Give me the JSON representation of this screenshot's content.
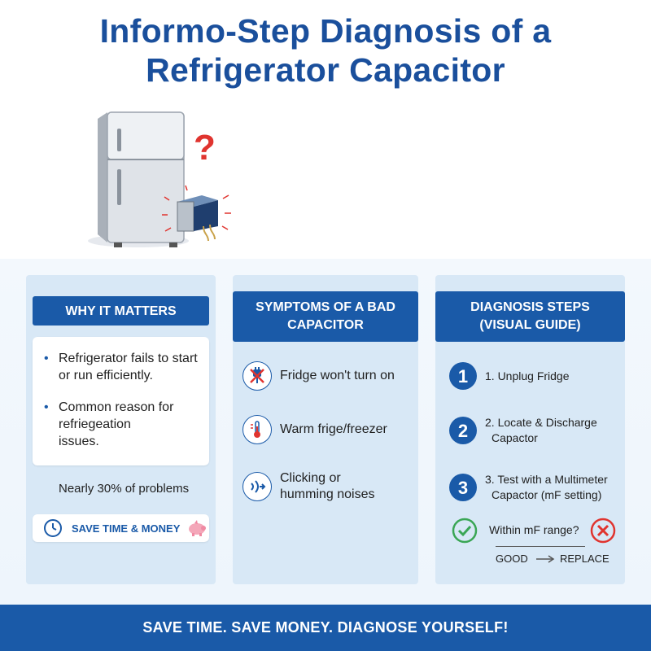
{
  "header": {
    "title_line1": "Informo-Step Diagnosis of a",
    "title_line2": "Refrigerator Capacitor"
  },
  "why": {
    "heading": "WHY IT MATTERS",
    "bullets": [
      "Refrigerator fails to start or run efficiently.",
      "Common reason for refriegeation issues."
    ],
    "bullet2_lines": [
      "Common reason for",
      "refriegeation",
      "issues."
    ],
    "stat": "Nearly 30% of problems",
    "save_label": "SAVE TIME & MONEY"
  },
  "symptoms": {
    "heading_line1": "SYMPTOMS OF A BAD",
    "heading_line2": "CAPACITOR",
    "items": [
      {
        "icon": "no-power-plug-icon",
        "label": "Fridge won't turn on"
      },
      {
        "icon": "thermometer-icon",
        "label": "Warm frige/freezer"
      },
      {
        "icon": "sound-waves-icon",
        "label_line1": "Clicking or",
        "label_line2": "humming noises"
      }
    ]
  },
  "steps": {
    "heading_line1": "DIAGNOSIS STEPS",
    "heading_line2": "(VISUAL GUIDE)",
    "items": [
      {
        "num": "1",
        "line1": "1. Unplug Fridge"
      },
      {
        "num": "2",
        "line1": "2. Locate & Discharge",
        "line2": "Capactor"
      },
      {
        "num": "3",
        "line1": "3. Test with a Multimeter",
        "line2": "Capactor (mF setting)"
      }
    ],
    "check_question": "Within mF range?",
    "good_label": "GOOD",
    "replace_label": "REPLACE"
  },
  "footer": {
    "text": "SAVE TIME. SAVE MONEY. DIAGNOSE YOURSELF!"
  },
  "colors": {
    "brand_blue": "#1a5aa8",
    "title_blue": "#1a4f9c",
    "panel_bg": "#d8e8f6",
    "check_green": "#3aa655",
    "cross_red": "#e0342f"
  }
}
